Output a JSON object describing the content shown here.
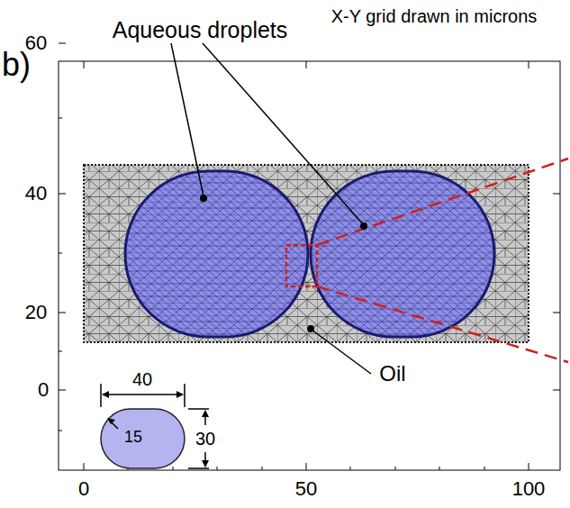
{
  "diagram": {
    "labels": [
      "b)",
      "X-Y grid drawn in microns",
      "Aqueous droplets",
      "Oil",
      "60",
      "40",
      "20",
      "0",
      "0",
      "50",
      "100",
      "40",
      "15",
      "30"
    ]
  }
}
